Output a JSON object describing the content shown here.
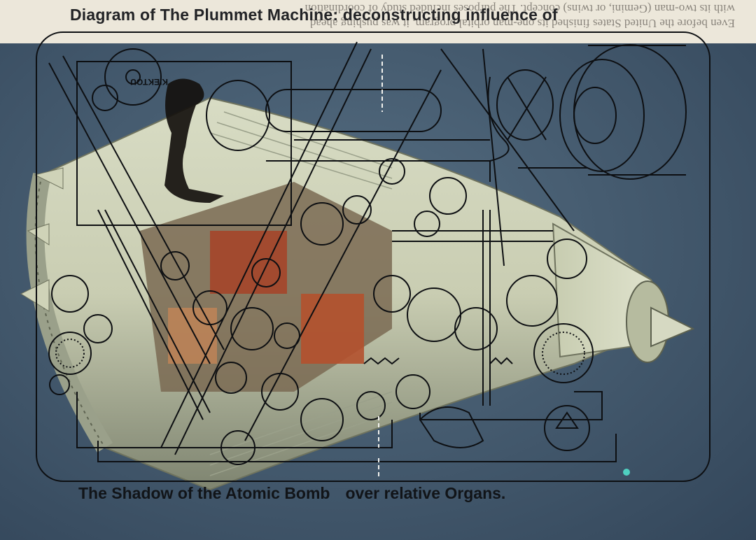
{
  "header": {
    "title": "Diagram of The Plummet Machine: deconstructing influence of",
    "mirrored_text": [
      "Even before the United States finished its one-man orbital program, it was pushing ahead",
      "with its two-man (Gemini, or twins) concept. The purposes included study of coordination"
    ]
  },
  "illustration": {
    "stamp_text": "KIEKTOU",
    "colors": {
      "background": "#3f5466",
      "capsule_body": "#cfd3b8",
      "capsule_shadow": "#8a8f78",
      "interior_red": "#a5452a",
      "line_ink": "#0d0f12",
      "paper": "#ece7da"
    }
  },
  "caption": {
    "part1": "The Shadow of the Atomic Bomb",
    "part2": "over relative Organs."
  }
}
